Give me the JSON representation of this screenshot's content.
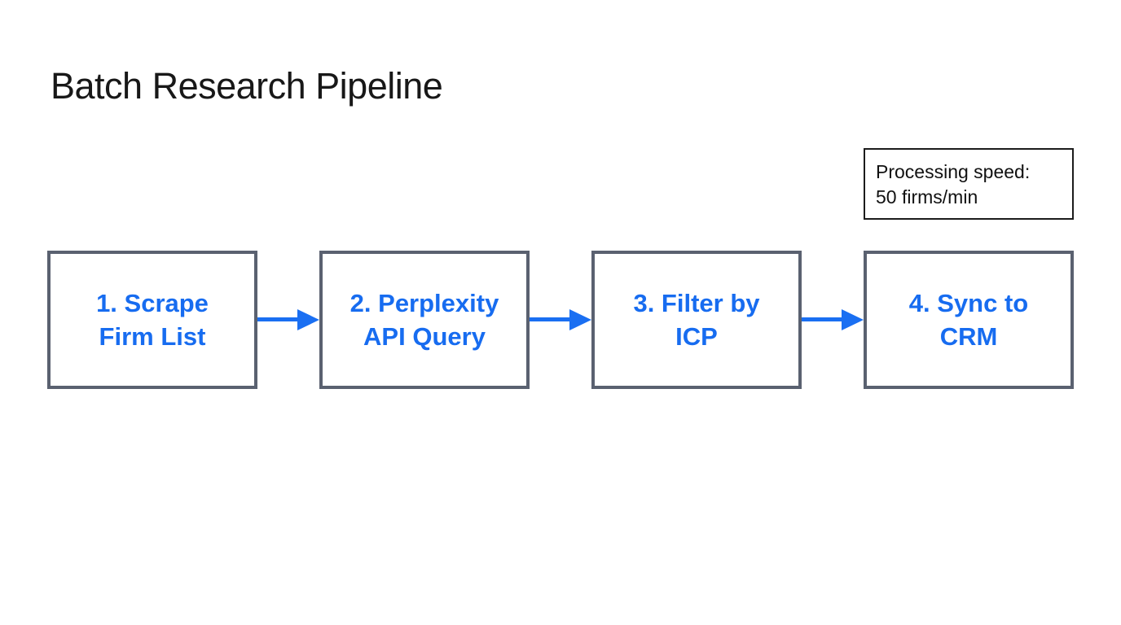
{
  "page": {
    "title": "Batch Research Pipeline"
  },
  "annotation": {
    "line1": "Processing speed:",
    "line2": "50 firms/min"
  },
  "pipeline": {
    "steps": [
      {
        "number": "1",
        "label": "1. Scrape Firm List",
        "line1": "1. Scrape",
        "line2": "Firm List"
      },
      {
        "number": "2",
        "label": "2. Perplexity API Query",
        "line1": "2. Perplexity",
        "line2": "API Query"
      },
      {
        "number": "3",
        "label": "3. Filter by ICP",
        "line1": "3. Filter by",
        "line2": "ICP"
      },
      {
        "number": "4",
        "label": "4. Sync to CRM",
        "line1": "4. Sync to",
        "line2": "CRM"
      }
    ],
    "connector_icon": "arrow-right-icon"
  },
  "colors": {
    "step_text": "#176cf0",
    "arrow": "#1a6ff2",
    "box_border": "#5a6170",
    "annotation_border": "#1c1c1c",
    "title_text": "#181818",
    "background": "#ffffff"
  }
}
